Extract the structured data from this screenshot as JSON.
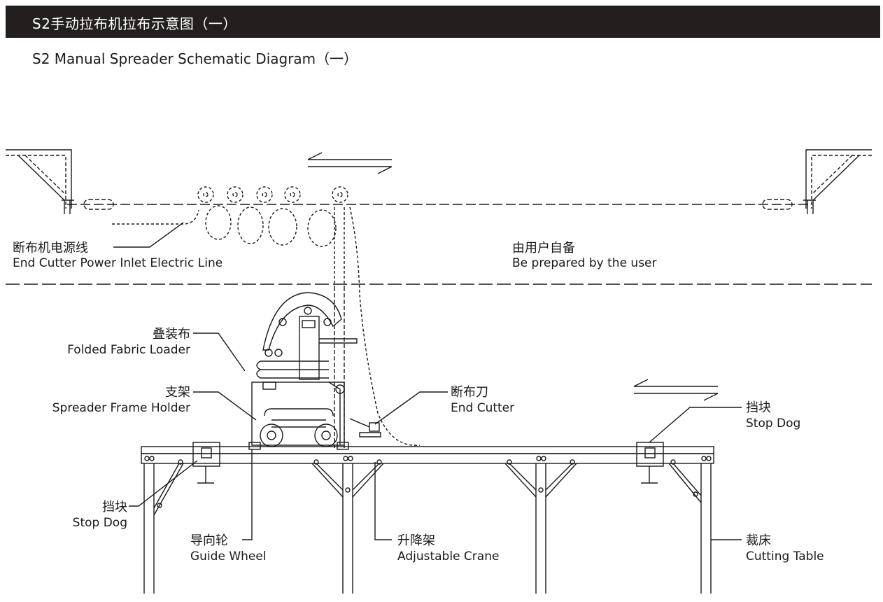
{
  "header": {
    "title": "S2手动拉布机拉布示意图（一）",
    "subtitle": "S2 Manual Spreader Schematic Diagram（一）"
  },
  "labels": {
    "power_line": {
      "cn": "断布机电源线",
      "en": "End Cutter Power Inlet Electric Line"
    },
    "user_prepared": {
      "cn": "由用户自备",
      "en": "Be prepared by the user"
    },
    "fabric_loader": {
      "cn": "叠装布",
      "en": "Folded Fabric Loader"
    },
    "frame_holder": {
      "cn": "支架",
      "en": "Spreader Frame Holder"
    },
    "end_cutter": {
      "cn": "断布刀",
      "en": "End Cutter"
    },
    "stop_dog_right": {
      "cn": "挡块",
      "en": "Stop Dog"
    },
    "stop_dog_left": {
      "cn": "挡块",
      "en": "Stop Dog"
    },
    "guide_wheel": {
      "cn": "导向轮",
      "en": "Guide Wheel"
    },
    "adjustable_crane": {
      "cn": "升降架",
      "en": "Adjustable Crane"
    },
    "cutting_table": {
      "cn": "裁床",
      "en": "Cutting Table"
    }
  },
  "colors": {
    "header_bg": "#231f1e",
    "header_text": "#ffffff",
    "line": "#1a1a1a"
  }
}
